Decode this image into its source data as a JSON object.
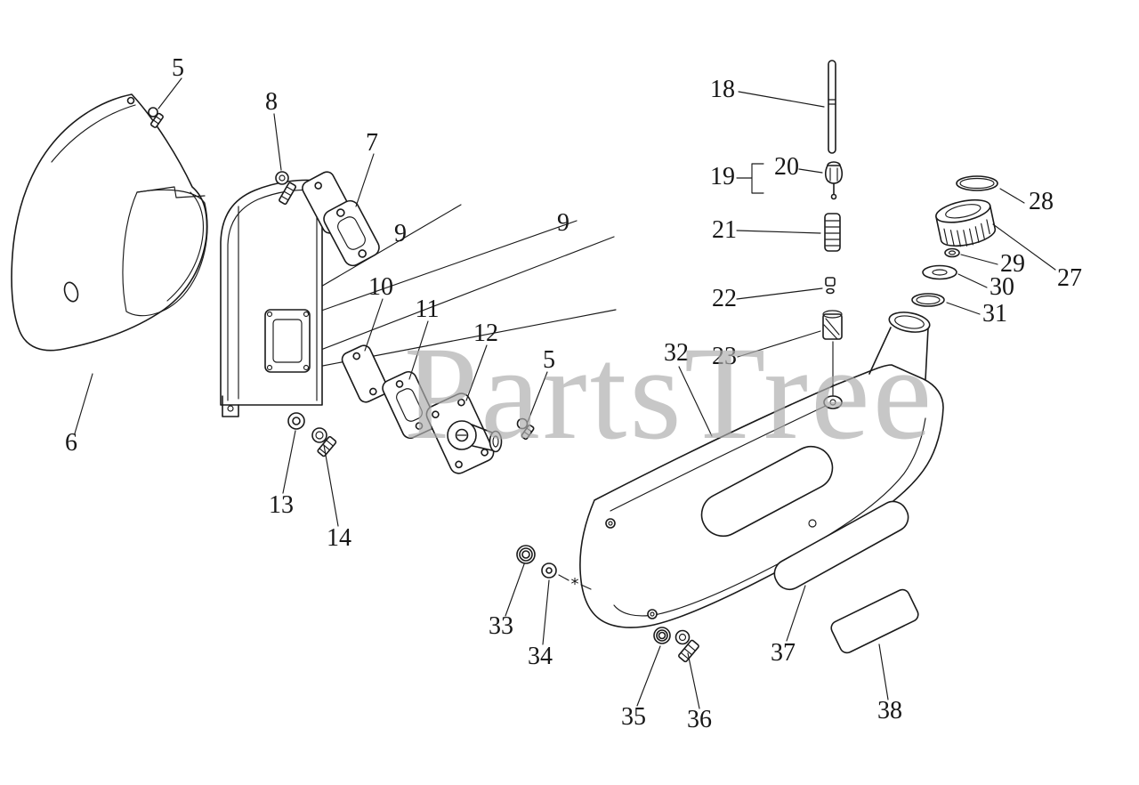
{
  "watermark": {
    "text": "PartsTree"
  },
  "colors": {
    "line": "#1a1a1a",
    "label": "#161616",
    "watermark": "#aeaeae",
    "background": "#ffffff"
  },
  "marks": {
    "asterisk": "*"
  },
  "labels": [
    {
      "id": "5-top",
      "text": "5"
    },
    {
      "id": "8",
      "text": "8"
    },
    {
      "id": "7",
      "text": "7"
    },
    {
      "id": "9-left",
      "text": "9"
    },
    {
      "id": "9-right",
      "text": "9"
    },
    {
      "id": "10",
      "text": "10"
    },
    {
      "id": "11",
      "text": "11"
    },
    {
      "id": "12",
      "text": "12"
    },
    {
      "id": "5-mid",
      "text": "5"
    },
    {
      "id": "6",
      "text": "6"
    },
    {
      "id": "13",
      "text": "13"
    },
    {
      "id": "14",
      "text": "14"
    },
    {
      "id": "18",
      "text": "18"
    },
    {
      "id": "19",
      "text": "19"
    },
    {
      "id": "20",
      "text": "20"
    },
    {
      "id": "21",
      "text": "21"
    },
    {
      "id": "22",
      "text": "22"
    },
    {
      "id": "23",
      "text": "23"
    },
    {
      "id": "28",
      "text": "28"
    },
    {
      "id": "27",
      "text": "27"
    },
    {
      "id": "29",
      "text": "29"
    },
    {
      "id": "30",
      "text": "30"
    },
    {
      "id": "31",
      "text": "31"
    },
    {
      "id": "32",
      "text": "32"
    },
    {
      "id": "33",
      "text": "33"
    },
    {
      "id": "34",
      "text": "34"
    },
    {
      "id": "35",
      "text": "35"
    },
    {
      "id": "36",
      "text": "36"
    },
    {
      "id": "37",
      "text": "37"
    },
    {
      "id": "38",
      "text": "38"
    }
  ]
}
